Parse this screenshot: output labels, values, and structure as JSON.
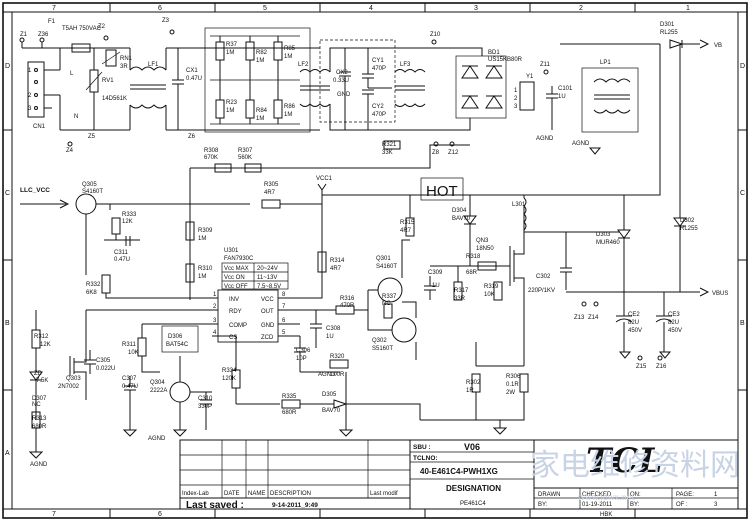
{
  "frame": {
    "columns": [
      "7",
      "6",
      "5",
      "4",
      "3",
      "2",
      "1"
    ],
    "rows": [
      "D",
      "C",
      "B",
      "A"
    ]
  },
  "labels": {
    "cn1": "CN1",
    "pin1": "1",
    "pin2": "2",
    "pin3": "3",
    "line": "L",
    "neutral": "N",
    "z1": "Z1",
    "z36": "Z36",
    "z2": "Z2",
    "z3": "Z3",
    "z4": "Z4",
    "z5": "Z5",
    "z6": "Z6",
    "z8": "Z8",
    "z10": "Z10",
    "z11": "Z11",
    "z12": "Z12",
    "z13": "Z13",
    "z14": "Z14",
    "z15": "Z15",
    "z16": "Z16",
    "f1": "F1",
    "f1_value": "T5AH 750VAC",
    "rn1": "RN1",
    "rn1_value": "3R",
    "rv1": "RV1",
    "rv1_value": "14D561K",
    "lf1": "LF1",
    "lf2": "LF2",
    "lf3": "LF3",
    "lp1": "LP1",
    "cx1": "CX1",
    "cx1_value": "0.47U",
    "cx2": "CX2",
    "cx2_value": "0.33U",
    "cy1": "CY1",
    "cy2": "CY2",
    "cy_value": "470P",
    "gnd": "GND",
    "r37": "R37",
    "r82": "R82",
    "r85": "R85",
    "r23": "R23",
    "r84": "R84",
    "r86": "R86",
    "r_1m": "1M",
    "bd1": "BD1",
    "bd1_value": "US15KB80R",
    "y1": "Y1",
    "c101": "C101",
    "c101_value": "1U",
    "agnd": "AGND",
    "d301": "D301",
    "d301_value": "RL255",
    "vb": "VB",
    "r308": "R308",
    "r308_value": "670K",
    "r307": "R307",
    "r307_value": "560K",
    "r321": "R321",
    "r321_value": "33K",
    "llc_vcc": "LLC_VCC",
    "q305": "Q305",
    "q305_value": "S4160T",
    "r305": "R305",
    "r305_value": "4R7",
    "r333": "R333",
    "r333_value": "12K",
    "c311": "C311",
    "c311_value": "0.47U",
    "r332": "R332",
    "r332_value": "6K8",
    "r309": "R309",
    "r310": "R310",
    "u301": "U301",
    "u301_value": "FAN7930C",
    "vcc1": "VCC1",
    "r314": "R314",
    "r314_value": "4R7",
    "r316": "R316",
    "r316_value": "470R",
    "c308": "C308",
    "c308_value": "1U",
    "c306": "C306",
    "c306_value": "10P",
    "r320": "R320",
    "r320_value": "100R",
    "q301": "Q301",
    "q301_value": "S4160T",
    "q302": "Q302",
    "q302_value": "S5160T",
    "r315": "R315",
    "r315_value": "4R7",
    "r337": "R337",
    "r337_value": "NC",
    "c309": "C309",
    "c309_value": "1U",
    "hot": "HOT",
    "d304": "D304",
    "d304_value": "BAV70",
    "r318": "R318",
    "r318_value": "68R",
    "qn3": "QN3",
    "qn3_value": "18N50",
    "r317": "R317",
    "r317_value": "33R",
    "r319": "R319",
    "r319_value": "10K",
    "l301": "L301",
    "c302": "C302",
    "c302_value": "220P/1KV",
    "d303": "D303",
    "d303_value": "MUR460",
    "d302": "D302",
    "d302_value": "RL255",
    "vbus": "VBUS",
    "ce2": "CE2",
    "ce3": "CE3",
    "ce_cap": "82U",
    "ce_volt": "450V",
    "r302": "R302",
    "r302_value": "1R",
    "r306": "R306",
    "r306_value": "0.1R",
    "r306_power": "2W",
    "r312": "R312",
    "r312_value": "12K",
    "zd1": "ZD",
    "zd1_value": "7.5K",
    "d307": "D307",
    "d307_value": "NC",
    "r313": "R313",
    "r313_value": "680R",
    "q303": "Q303",
    "q303_value": "2N7002",
    "c305": "C305",
    "c305_value": "0.022U",
    "c307": "C307",
    "c307_value": "0.47U",
    "r311": "R311",
    "r311_value": "10K",
    "d306": "D306",
    "d306_value": "BAT54C",
    "q304": "Q304",
    "q304_value": "2222A",
    "c310": "C310",
    "c310_value": "330P",
    "r334": "R334",
    "r334_value": "120K",
    "r335": "R335",
    "r335_value": "680R",
    "d305": "D305",
    "d305_value": "BAV70"
  },
  "specs": {
    "rows": [
      {
        "name": "Vcc MAX",
        "value": "20~24V"
      },
      {
        "name": "Vcc ON",
        "value": "11~13V"
      },
      {
        "name": "Vcc OFF",
        "value": "7.5~8.5V"
      }
    ]
  },
  "ic": {
    "pins": [
      "INV",
      "RDY",
      "COMP",
      "CS",
      "VCC",
      "OUT",
      "GND",
      "ZCD"
    ],
    "pin_numbers": [
      "1",
      "2",
      "3",
      "4",
      "5",
      "6",
      "7",
      "8"
    ]
  },
  "title_block": {
    "columns": [
      "Index-Lab",
      "DATE",
      "NAME",
      "DESCRIPTION",
      "Last modif"
    ],
    "last_saved_label": "Last saved :",
    "last_saved_value": "9-14-2011_9:49",
    "sbu_label": "SBU :",
    "sbu_value": "V06",
    "tclno_label": "TCLNO:",
    "tclno_value": "40-E461C4-PWH1XG",
    "designation_label": "DESIGNATION",
    "designation_value": "PE461C4",
    "logo": "TCL",
    "drawn_label": "DRAWN",
    "by_label": "BY:",
    "checked_label": "CHECKED",
    "checked_date": "01-19-2011",
    "checked_by": "HBK",
    "on_label": "ON:",
    "page_label": "PAGE:",
    "page_value": "1",
    "of_label": "OF :",
    "of_value": "3"
  },
  "watermark": {
    "text": "家电维修资料网",
    "url": "www.jdwx.net"
  }
}
